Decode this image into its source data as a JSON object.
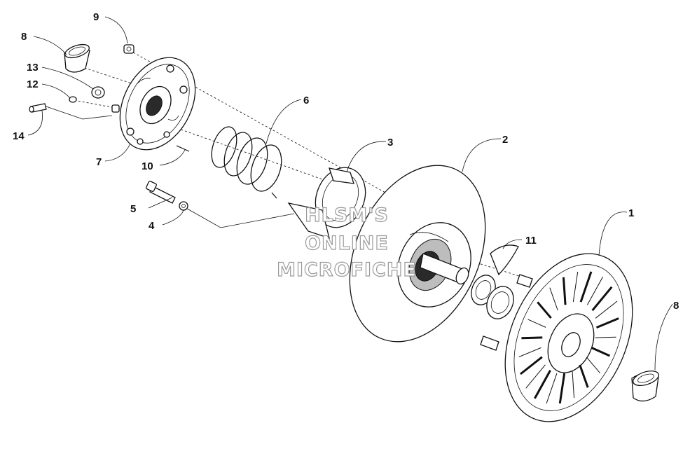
{
  "callouts": [
    {
      "id": "1",
      "label": "1"
    },
    {
      "id": "2",
      "label": "2"
    },
    {
      "id": "3",
      "label": "3"
    },
    {
      "id": "4",
      "label": "4"
    },
    {
      "id": "5",
      "label": "5"
    },
    {
      "id": "6",
      "label": "6"
    },
    {
      "id": "7",
      "label": "7"
    },
    {
      "id": "8a",
      "label": "8"
    },
    {
      "id": "8b",
      "label": "8"
    },
    {
      "id": "9",
      "label": "9"
    },
    {
      "id": "10",
      "label": "10"
    },
    {
      "id": "11",
      "label": "11"
    },
    {
      "id": "12",
      "label": "12"
    },
    {
      "id": "13",
      "label": "13"
    },
    {
      "id": "14",
      "label": "14"
    }
  ],
  "watermark": {
    "line1": "HLSM'S",
    "line2": "ONLINE",
    "line3": "MICROFICHE"
  }
}
